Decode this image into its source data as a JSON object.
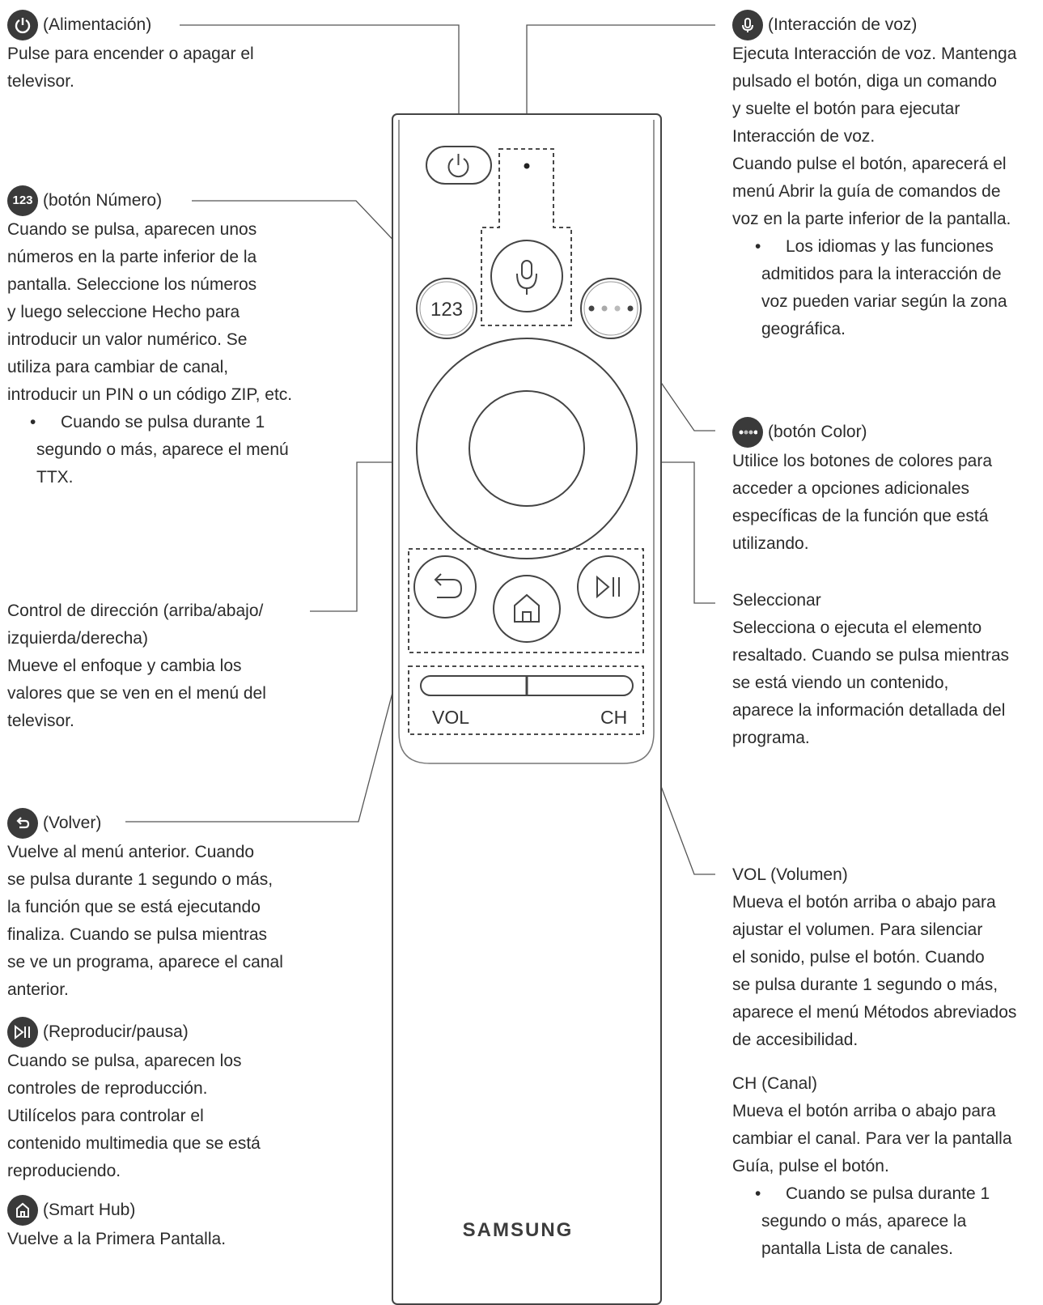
{
  "remote": {
    "brand": "SAMSUNG",
    "number_button": "123",
    "vol_label": "VOL",
    "ch_label": "CH"
  },
  "callouts": {
    "power": {
      "title": "(Alimentación)",
      "lines": [
        "Pulse para encender o apagar el",
        "televisor."
      ]
    },
    "number": {
      "icon_text": "123",
      "title": "(botón Número)",
      "lines": [
        "Cuando se pulsa, aparecen unos",
        "números en la parte inferior de la",
        "pantalla. Seleccione los números",
        "y luego seleccione Hecho para",
        "introducir un valor numérico. Se",
        "utiliza para cambiar de canal,",
        "introducir un PIN o un código ZIP, etc."
      ],
      "bullet": [
        "Cuando se pulsa durante 1",
        "segundo o más, aparece el menú",
        "TTX."
      ]
    },
    "direction": {
      "title": [
        "Control de dirección (arriba/abajo/",
        "izquierda/derecha)"
      ],
      "lines": [
        "Mueve el enfoque y cambia los",
        "valores que se ven en el menú del",
        "televisor."
      ]
    },
    "back": {
      "title": "(Volver)",
      "lines": [
        "Vuelve al menú anterior. Cuando",
        "se pulsa durante 1 segundo o más,",
        "la función que se está ejecutando",
        "finaliza. Cuando se pulsa mientras",
        "se ve un programa, aparece el canal",
        "anterior."
      ]
    },
    "play": {
      "title": "(Reproducir/pausa)",
      "lines": [
        "Cuando se pulsa, aparecen los",
        "controles de reproducción.",
        "Utilícelos para controlar el",
        "contenido multimedia que se está",
        "reproduciendo."
      ]
    },
    "smarthub": {
      "title": "(Smart Hub)",
      "lines": [
        "Vuelve a la Primera Pantalla."
      ]
    },
    "voice": {
      "title": "(Interacción de voz)",
      "lines": [
        "Ejecuta Interacción de voz. Mantenga",
        "pulsado el botón, diga un comando",
        "y suelte el botón para ejecutar",
        "Interacción de voz.",
        "Cuando pulse el botón, aparecerá el",
        "menú Abrir la guía de comandos de",
        "voz en la parte inferior de la pantalla."
      ],
      "bullet": [
        "Los idiomas y las funciones",
        "admitidos para la interacción de",
        "voz pueden variar según la zona",
        "geográfica."
      ]
    },
    "color": {
      "title": "(botón Color)",
      "lines": [
        "Utilice los botones de colores para",
        "acceder a opciones adicionales",
        "específicas de la función que está",
        "utilizando."
      ]
    },
    "select": {
      "title": "Seleccionar",
      "lines": [
        "Selecciona o ejecuta el elemento",
        "resaltado. Cuando se pulsa mientras",
        "se está viendo un contenido,",
        "aparece la información detallada del",
        "programa."
      ]
    },
    "vol": {
      "title": "VOL (Volumen)",
      "lines": [
        "Mueva el botón arriba o abajo para",
        "ajustar el volumen. Para silenciar",
        "el sonido, pulse el botón. Cuando",
        "se pulsa durante 1 segundo o más,",
        "aparece el menú Métodos abreviados",
        "de accesibilidad."
      ]
    },
    "ch": {
      "title": "CH (Canal)",
      "lines": [
        "Mueva el botón arriba o abajo para",
        "cambiar el canal. Para ver la pantalla",
        "Guía, pulse el botón."
      ],
      "bullet": [
        "Cuando se pulsa durante 1",
        "segundo o más, aparece la",
        "pantalla Lista de canales."
      ]
    }
  }
}
